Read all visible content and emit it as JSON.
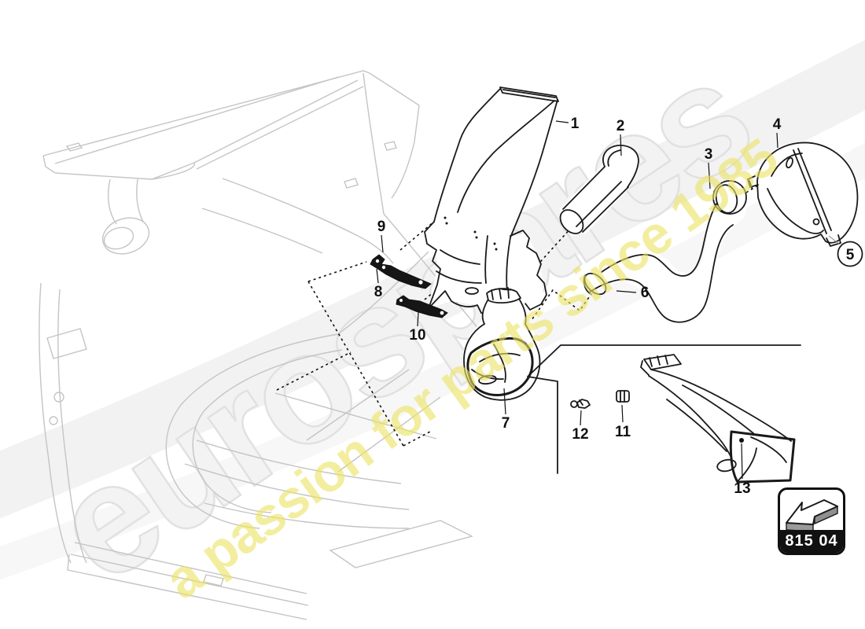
{
  "watermark": {
    "brand": "eurospares",
    "tagline": "a passion for parts since 1985"
  },
  "badge": {
    "code": "815 04"
  },
  "callouts": [
    "1",
    "2",
    "3",
    "4",
    "5",
    "6",
    "7",
    "8",
    "9",
    "10",
    "11",
    "12",
    "13"
  ]
}
